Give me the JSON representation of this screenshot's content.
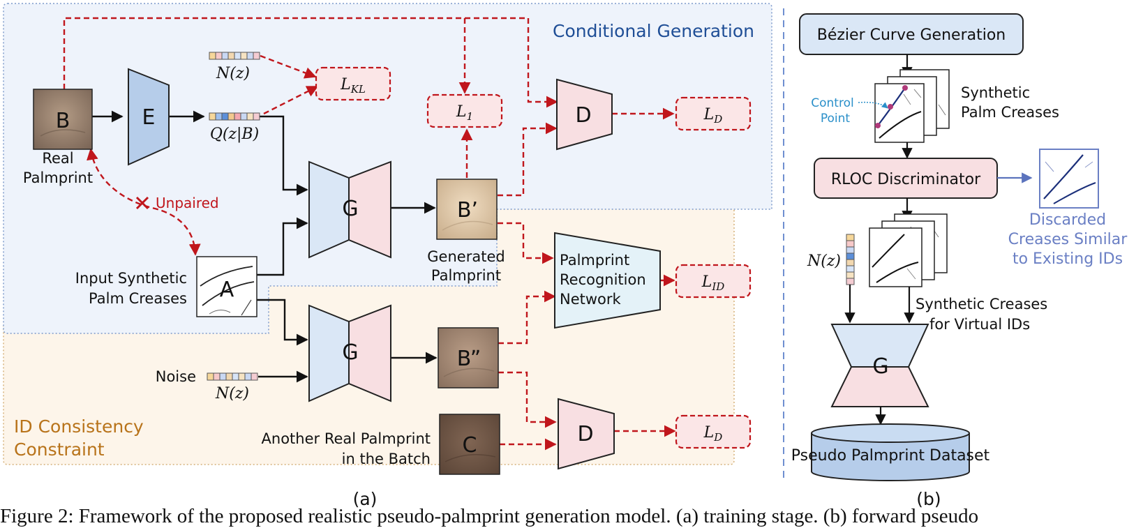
{
  "colors": {
    "red": "#c0161c",
    "blue_title": "#1f4e96",
    "orange_title": "#b8731a",
    "discard_blue": "#6a7fc4",
    "light_blue_fill": "#dae7f6",
    "light_pink_fill": "#f8dfe2",
    "panel_blue": "#eef3fb",
    "panel_orange": "#fdf5ea"
  },
  "panel_a": {
    "title_conditional": "Conditional Generation",
    "title_id_line1": "ID Consistency",
    "title_id_line2": "Constraint",
    "label": "(a)",
    "real_image_letter": "B",
    "real_label_line1": "Real",
    "real_label_line2": "Palmprint",
    "encoder": "E",
    "generator": "G",
    "discriminator": "D",
    "nz": "N(z)",
    "qz": "Q(z|B)",
    "loss_kl": "L",
    "loss_kl_sub": "KL",
    "loss_l1": "L",
    "loss_l1_sub": "1",
    "loss_d": "L",
    "loss_d_sub": "D",
    "loss_id": "L",
    "loss_id_sub": "ID",
    "unpaired": "Unpaired",
    "input_letter": "A",
    "input_label_line1": "Input Synthetic",
    "input_label_line2": "Palm Creases",
    "generated_letter": "B’",
    "generated_label_line1": "Generated",
    "generated_label_line2": "Palmprint",
    "recognition_line1": "Palmprint",
    "recognition_line2": "Recognition",
    "recognition_line3": "Network",
    "noise": "Noise",
    "generated2_letter": "B”",
    "another_letter": "C",
    "another_label_line1": "Another Real Palmprint",
    "another_label_line2": "in the Batch"
  },
  "panel_b": {
    "label": "(b)",
    "bezier": "Bézier Curve Generation",
    "control_line1": "Control",
    "control_line2": "Point",
    "synthetic_line1": "Synthetic",
    "synthetic_line2": "Palm Creases",
    "rloc": "RLOC Discriminator",
    "discard_line1": "Discarded",
    "discard_line2": "Creases Similar",
    "discard_line3": "to Existing IDs",
    "nz": "N(z)",
    "virtual_line1": "Synthetic Creases",
    "virtual_line2": "for Virtual IDs",
    "generator": "G",
    "dataset": "Pseudo Palmprint Dataset"
  },
  "caption": "Figure 2: Framework of the proposed realistic pseudo-palmprint generation model. (a) training stage. (b) forward pseudo"
}
